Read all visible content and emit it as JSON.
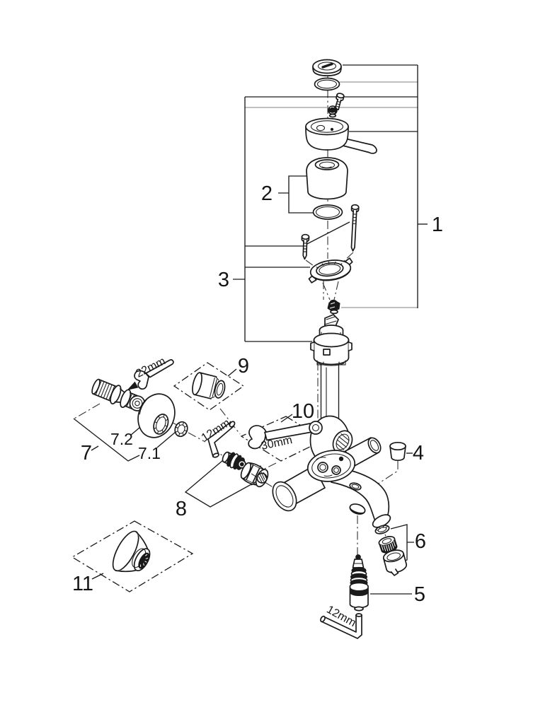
{
  "diagram": {
    "type": "exploded-parts-diagram",
    "subject": "wall-mounted single-lever bath shower mixer faucet",
    "callouts": {
      "c1": "1",
      "c2": "2",
      "c3": "3",
      "c4": "4",
      "c5": "5",
      "c6": "6",
      "c7": "7",
      "c7_1": "7.1",
      "c7_2": "7.2",
      "c8": "8",
      "c9": "9",
      "c10": "10",
      "c11": "11"
    },
    "tools": {
      "wrench_22": "22mm",
      "allen_12_upper": "12mm",
      "wrench_30": "30mm",
      "allen_12_lower": "12mm"
    },
    "colors": {
      "line": "#1a1a1a",
      "leader_gray": "#9b9b9b",
      "dark_fill": "#1a1a1a",
      "background": "#ffffff"
    }
  }
}
